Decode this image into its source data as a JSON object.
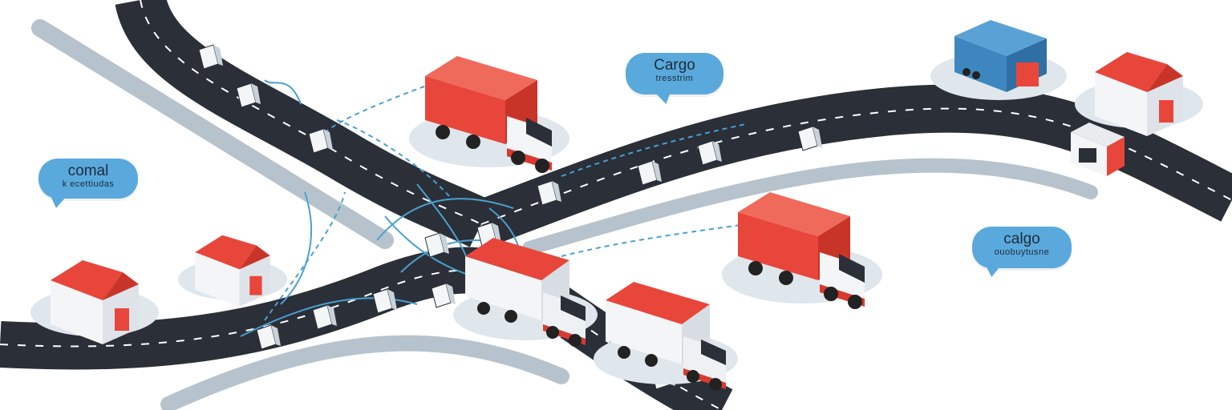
{
  "bubbles": {
    "left": {
      "title": "comal",
      "subtitle": "k ecettiudas"
    },
    "top": {
      "title": "Cargo",
      "subtitle": "tresstrim"
    },
    "right": {
      "title": "calgo",
      "subtitle": "ouobuytusne"
    }
  },
  "colors": {
    "road": "#2b2f38",
    "road_dash": "#ffffff",
    "shoulder": "#b7c3cc",
    "shadow": "#dfe6ec",
    "truck_red": "#e8463a",
    "warehouse_red": "#e8463a",
    "container_blue": "#3d86c0",
    "bubble": "#5aa9dc",
    "route_line": "#4aa0d0"
  },
  "icons": {
    "trucks": "delivery-truck-icon",
    "warehouses": "warehouse-icon",
    "sensors": "sensor-node-icon"
  }
}
